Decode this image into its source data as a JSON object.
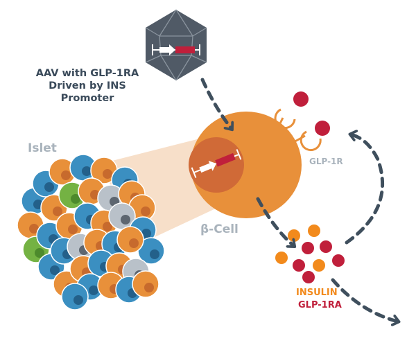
{
  "labels": {
    "aav_line1": "AAV with GLP-1RA",
    "aav_line2": "Driven by INS",
    "aav_line3": "Promoter",
    "islet": "Islet",
    "beta_cell": "β-Cell",
    "receptor": "GLP-1R",
    "insulin": "INSULIN",
    "glp1ra": "GLP-1RA"
  },
  "colors": {
    "cell_orange": "#e8903a",
    "nucleus": "#d06a37",
    "glp1_red": "#c01f3b",
    "insulin_orange": "#f28a1c",
    "virus_gray": "#505a66",
    "arrow_gray": "#3f4f5d",
    "islet_blue": "#3b8fc1",
    "islet_green": "#74b243",
    "islet_light": "#b9c1c9",
    "text_dark": "#3a4a5a",
    "text_light": "#a9b3bc"
  }
}
